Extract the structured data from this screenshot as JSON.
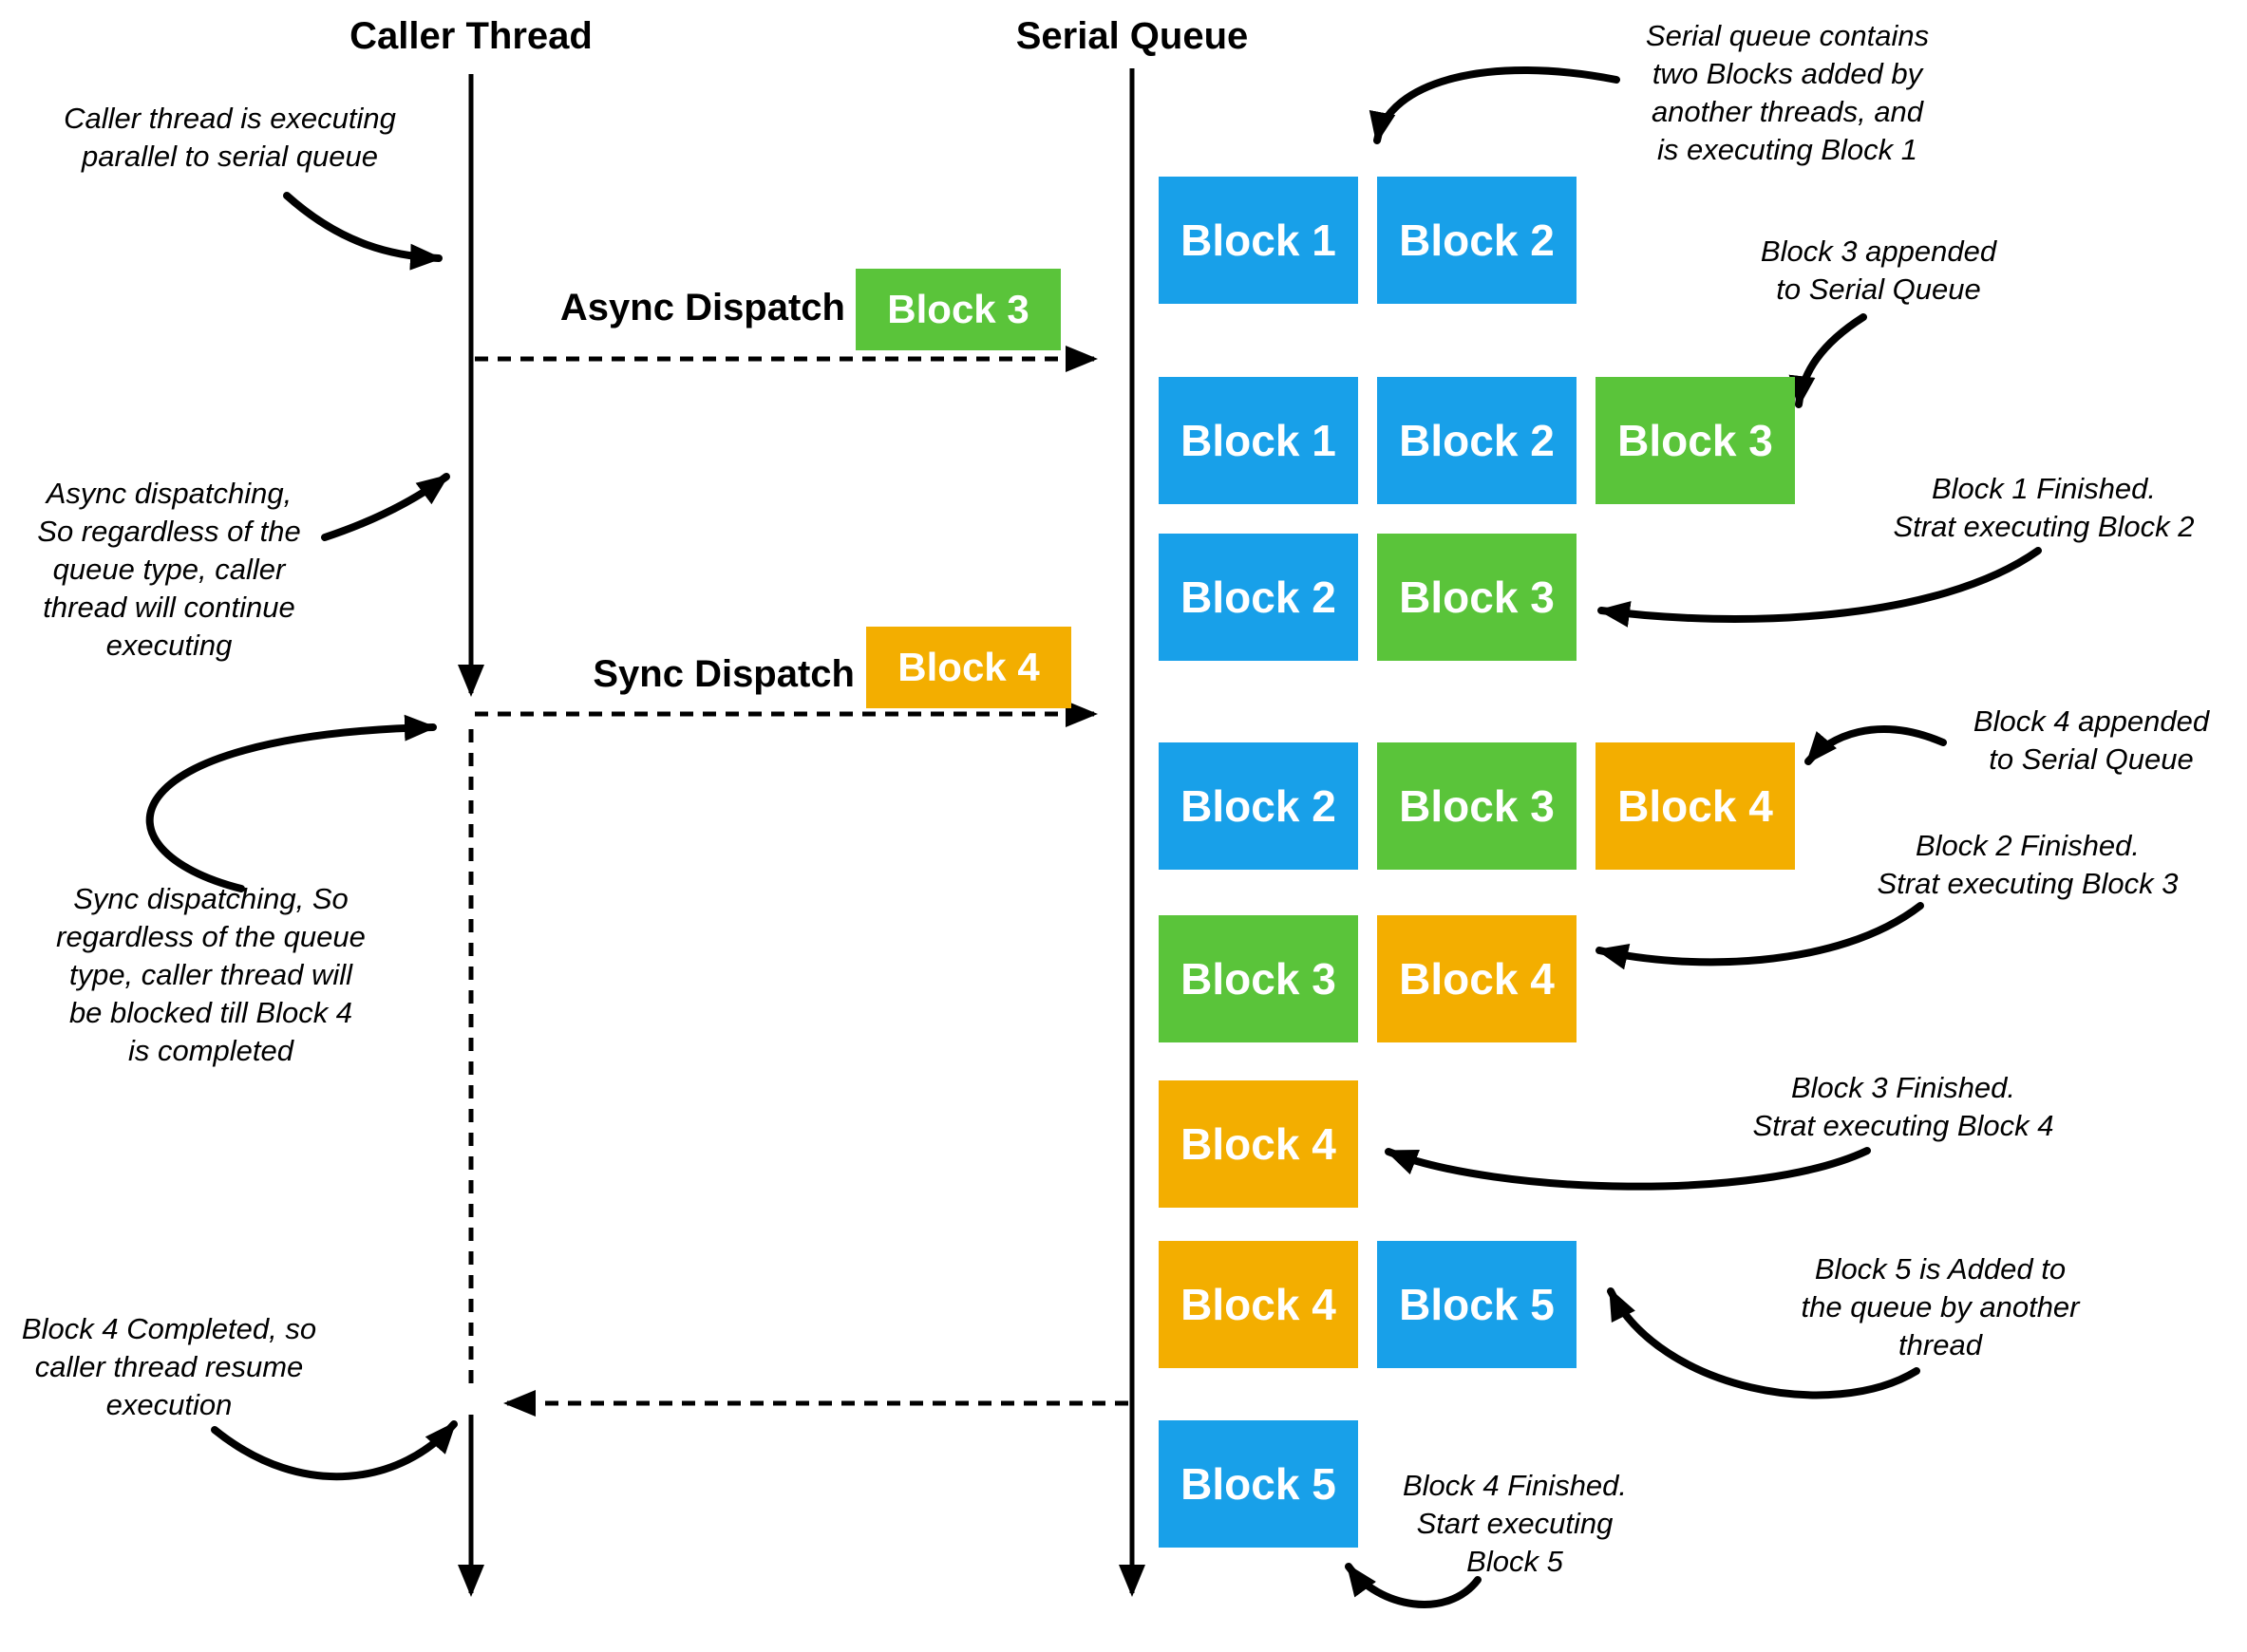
{
  "titles": {
    "caller": "Caller Thread",
    "serial": "Serial Queue"
  },
  "colors": {
    "blue": "#18A0E9",
    "green": "#5AC43A",
    "orange": "#F3AE00",
    "line": "#000000"
  },
  "dispatch": {
    "async": {
      "label": "Async Dispatch",
      "block": "Block 3",
      "color": "green"
    },
    "sync": {
      "label": "Sync Dispatch",
      "block": "Block 4",
      "color": "orange"
    }
  },
  "queue_rows": [
    {
      "blocks": [
        {
          "label": "Block 1",
          "color": "blue"
        },
        {
          "label": "Block 2",
          "color": "blue"
        }
      ]
    },
    {
      "blocks": [
        {
          "label": "Block 1",
          "color": "blue"
        },
        {
          "label": "Block 2",
          "color": "blue"
        },
        {
          "label": "Block 3",
          "color": "green"
        }
      ]
    },
    {
      "blocks": [
        {
          "label": "Block 2",
          "color": "blue"
        },
        {
          "label": "Block 3",
          "color": "green"
        }
      ]
    },
    {
      "blocks": [
        {
          "label": "Block 2",
          "color": "blue"
        },
        {
          "label": "Block 3",
          "color": "green"
        },
        {
          "label": "Block 4",
          "color": "orange"
        }
      ]
    },
    {
      "blocks": [
        {
          "label": "Block 3",
          "color": "green"
        },
        {
          "label": "Block 4",
          "color": "orange"
        }
      ]
    },
    {
      "blocks": [
        {
          "label": "Block 4",
          "color": "orange"
        }
      ]
    },
    {
      "blocks": [
        {
          "label": "Block 4",
          "color": "orange"
        },
        {
          "label": "Block 5",
          "color": "blue"
        }
      ]
    },
    {
      "blocks": [
        {
          "label": "Block 5",
          "color": "blue"
        }
      ]
    }
  ],
  "annotations": [
    {
      "id": "caller-parallel",
      "lines": [
        "Caller thread is executing",
        "parallel to serial queue"
      ]
    },
    {
      "id": "queue-initial",
      "lines": [
        "Serial queue contains",
        "two Blocks added by",
        "another threads, and",
        "is executing Block 1"
      ]
    },
    {
      "id": "block3-appended",
      "lines": [
        "Block 3 appended",
        "to Serial Queue"
      ]
    },
    {
      "id": "async-dispatching",
      "lines": [
        "Async dispatching,",
        "So regardless of the",
        "queue type, caller",
        "thread will continue",
        "executing"
      ]
    },
    {
      "id": "block1-finished",
      "lines": [
        "Block 1 Finished.",
        "Strat executing Block 2"
      ]
    },
    {
      "id": "block4-appended",
      "lines": [
        "Block 4 appended",
        "to Serial Queue"
      ]
    },
    {
      "id": "block2-finished",
      "lines": [
        "Block 2 Finished.",
        "Strat executing Block 3"
      ]
    },
    {
      "id": "sync-dispatching",
      "lines": [
        "Sync dispatching, So",
        "regardless of the queue",
        "type, caller thread will",
        "be blocked till Block 4",
        "is completed"
      ]
    },
    {
      "id": "block3-finished",
      "lines": [
        "Block 3 Finished.",
        "Strat executing Block 4"
      ]
    },
    {
      "id": "block5-added",
      "lines": [
        "Block 5 is Added to",
        "the queue by another",
        "thread"
      ]
    },
    {
      "id": "block4-completed",
      "lines": [
        "Block 4 Completed, so",
        "caller thread resume",
        "execution"
      ]
    },
    {
      "id": "block4-finished",
      "lines": [
        "Block 4 Finished.",
        "Start executing",
        "Block 5"
      ]
    }
  ]
}
